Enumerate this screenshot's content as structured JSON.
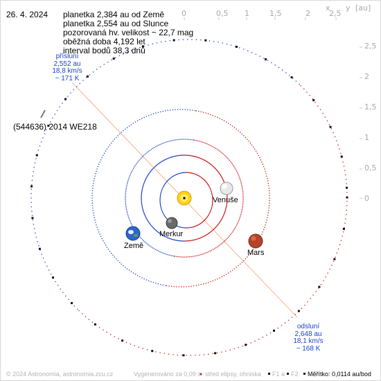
{
  "header": {
    "date": "26. 4. 2024",
    "info_lines": [
      "planetka 2,384 au od Země",
      "planetka 2,554 au od Slunce",
      "pozorovaná hv. velikost ~ 22,7 mag",
      "oběžná doba 4,192 let",
      "interval bodů 38,3 dnů"
    ]
  },
  "object_name": "(544636) 2014 WE218",
  "perihelion": {
    "title": "přísluní",
    "lines": [
      "2,552 au",
      "18,8 km/s",
      "~ 171 K"
    ]
  },
  "aphelion": {
    "title": "odsluní",
    "lines": [
      "2,648 au",
      "18,1 km/s",
      "~ 168 K"
    ]
  },
  "planets": [
    {
      "id": "mercury",
      "label": "Merkur"
    },
    {
      "id": "venus",
      "label": "Venuše"
    },
    {
      "id": "earth",
      "label": "Země"
    },
    {
      "id": "mars",
      "label": "Mars"
    }
  ],
  "axes": {
    "unit": "[au]",
    "x_letter": "x",
    "y_letter": "y",
    "x_ticks": [
      "0",
      "0,5",
      "1",
      "1,5",
      "2",
      "2,5"
    ],
    "y_ticks": [
      "2,5",
      "2",
      "1,5",
      "1",
      "0,5",
      "0"
    ]
  },
  "footer": {
    "copyright": "© 2024 Astronomia, astronomia.zcu.cz",
    "generated": "Vygenerováno za 0,09 s",
    "legend_center": "střed elipsy, ohniska",
    "legend_foci": "F1 a",
    "legend_f2": "F2",
    "scale": "Měřítko: 0,0114 au/bod"
  },
  "colors": {
    "asteroid_orbit": "#1a3fd0",
    "outer_orbit_half": "#cc1111",
    "inner_orbit_half": "#cc1111",
    "apsis_line": "#f4a070",
    "points": "#111111"
  }
}
